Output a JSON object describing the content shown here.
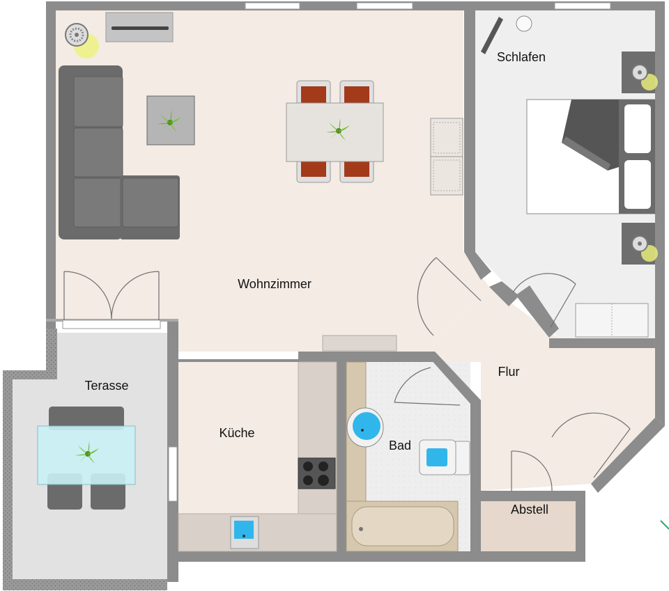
{
  "floorplan": {
    "rooms": {
      "wohnzimmer": "Wohnzimmer",
      "schlafen": "Schlafen",
      "terasse": "Terasse",
      "kueche": "Küche",
      "bad": "Bad",
      "flur": "Flur",
      "abstell": "Abstell"
    },
    "colors": {
      "wall": "#8c8c8c",
      "living_floor": "#f3ebe4",
      "bedroom_floor": "#efefef",
      "terrace_floor": "#e2e2e2",
      "storage_floor": "#e6d8cc",
      "sofa": "#6b6b6b",
      "chair_seat": "#a33a1a",
      "plant_leaf": "#7cc13a",
      "sink_water": "#31b6ec",
      "lamp_glow": "#eef27a",
      "counter": "#d8d0c9"
    },
    "icons": [
      "plant-icon",
      "lamp-icon",
      "tv-icon",
      "sink-icon",
      "toilet-icon",
      "stove-icon",
      "bed-icon",
      "sofa-icon",
      "bathtub-icon"
    ]
  }
}
